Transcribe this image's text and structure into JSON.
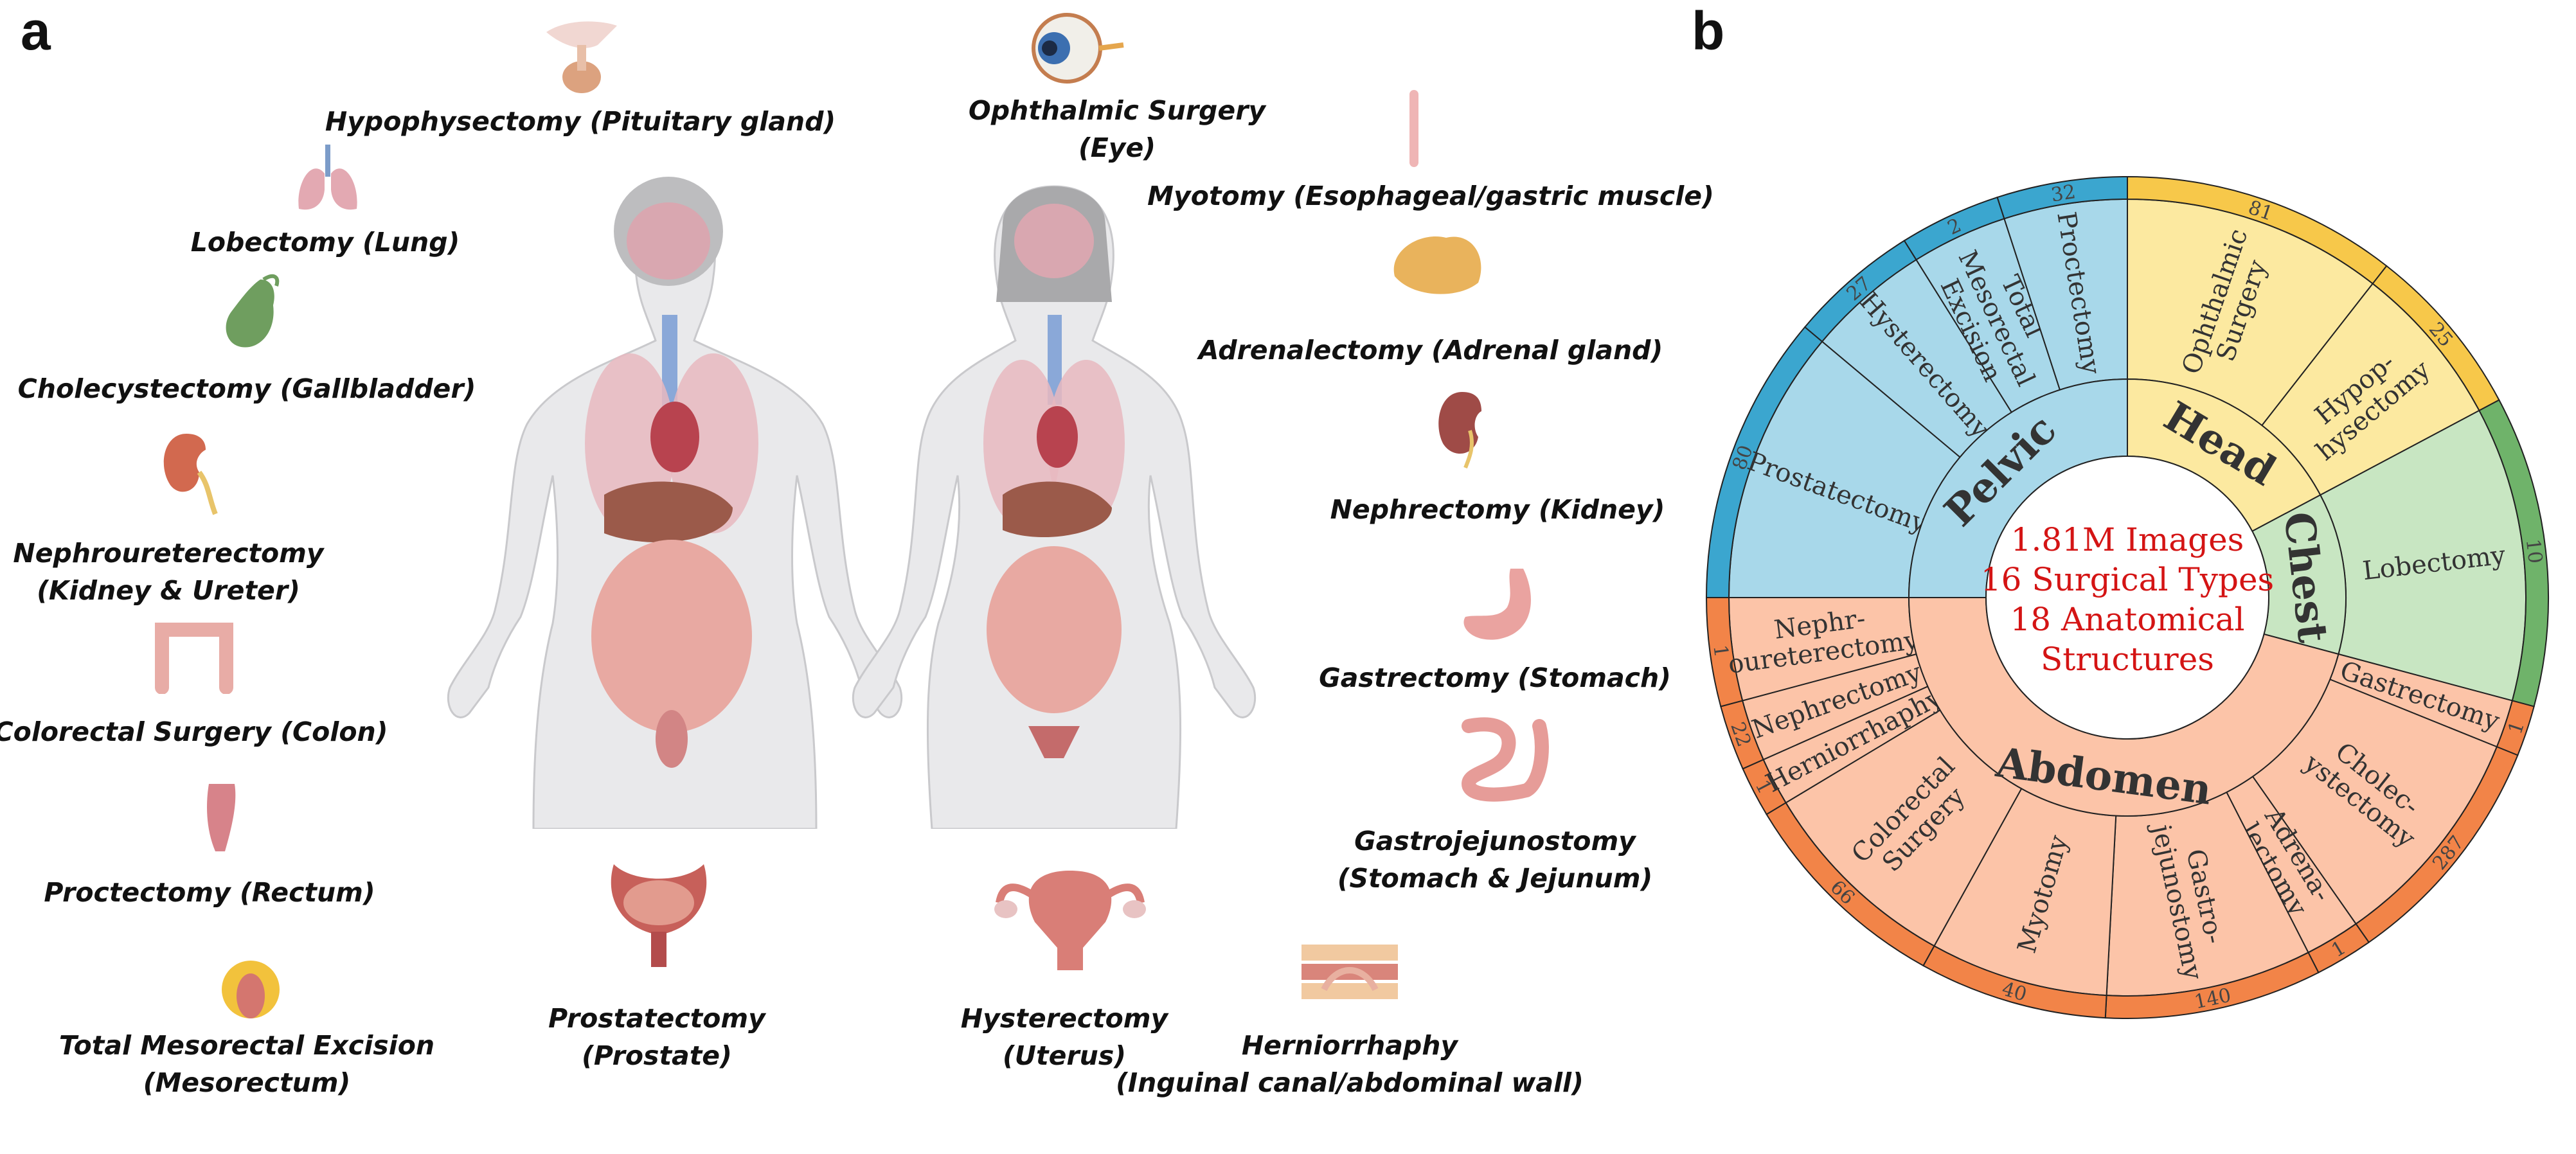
{
  "panel_a": {
    "letter": "a",
    "procedures": [
      {
        "lines": [
          "Hypophysectomy (Pituitary gland)"
        ],
        "icon": "pituitary-icon"
      },
      {
        "lines": [
          "Lobectomy (Lung)"
        ],
        "icon": "lung-icon"
      },
      {
        "lines": [
          "Cholecystectomy (Gallbladder)"
        ],
        "icon": "gallbladder-icon"
      },
      {
        "lines": [
          "Nephroureterectomy",
          "(Kidney & Ureter)"
        ],
        "icon": "kidney-ureter-icon"
      },
      {
        "lines": [
          "Colorectal Surgery (Colon)"
        ],
        "icon": "colon-icon"
      },
      {
        "lines": [
          "Proctectomy (Rectum)"
        ],
        "icon": "rectum-icon"
      },
      {
        "lines": [
          "Total Mesorectal Excision",
          "(Mesorectum)"
        ],
        "icon": "mesorectum-icon"
      },
      {
        "lines": [
          "Prostatectomy",
          "(Prostate)"
        ],
        "icon": "prostate-icon"
      },
      {
        "lines": [
          "Hysterectomy",
          "(Uterus)"
        ],
        "icon": "uterus-icon"
      },
      {
        "lines": [
          "Herniorrhaphy",
          "(Inguinal canal/abdominal wall)"
        ],
        "icon": "abdominal-wall-icon"
      },
      {
        "lines": [
          "Ophthalmic Surgery",
          "(Eye)"
        ],
        "icon": "eye-icon"
      },
      {
        "lines": [
          "Myotomy (Esophageal/gastric muscle)"
        ],
        "icon": "esophagus-icon"
      },
      {
        "lines": [
          "Adrenalectomy (Adrenal gland)"
        ],
        "icon": "adrenal-gland-icon"
      },
      {
        "lines": [
          "Nephrectomy (Kidney)"
        ],
        "icon": "kidney-icon"
      },
      {
        "lines": [
          "Gastrectomy (Stomach)"
        ],
        "icon": "stomach-icon"
      },
      {
        "lines": [
          "Gastrojejunostomy",
          "(Stomach & Jejunum)"
        ],
        "icon": "stomach-jejunum-icon"
      }
    ]
  },
  "panel_b": {
    "letter": "b",
    "center": [
      "1.81M Images",
      "16 Surgical Types",
      "18 Anatomical",
      "Structures"
    ],
    "colors": {
      "Head": {
        "fill": "#fce9a0",
        "ring": "#f7c84a"
      },
      "Chest": {
        "fill": "#c8e6c2",
        "ring": "#6fb36a"
      },
      "Abdomen": {
        "fill": "#fcc4a8",
        "ring": "#f28448"
      },
      "Pelvic": {
        "fill": "#a8d8ea",
        "ring": "#3ba6cf"
      }
    }
  },
  "chart_data": {
    "type": "sunburst",
    "center_text": [
      "1.81M Images",
      "16 Surgical Types",
      "18 Anatomical",
      "Structures"
    ],
    "categories": [
      {
        "name": "Head",
        "segments": [
          {
            "label": "Ophthalmic Surgery",
            "value": 81
          },
          {
            "label": "Hypophysectomy",
            "value": 25
          }
        ]
      },
      {
        "name": "Chest",
        "segments": [
          {
            "label": "Lobectomy",
            "value": 10
          }
        ]
      },
      {
        "name": "Abdomen",
        "segments": [
          {
            "label": "Gastrectomy",
            "value": 1
          },
          {
            "label": "Cholecystectomy",
            "value": 287
          },
          {
            "label": "Adrenalectomy",
            "value": 1
          },
          {
            "label": "Gastrojejunostomy",
            "value": 140
          },
          {
            "label": "Myotomy",
            "value": 40
          },
          {
            "label": "Colorectal Surgery",
            "value": 66
          },
          {
            "label": "Herniorrhaphy",
            "value": 1
          },
          {
            "label": "Nephrectomy",
            "value": 22
          },
          {
            "label": "Nephroureterectomy",
            "value": 1
          }
        ]
      },
      {
        "name": "Pelvic",
        "segments": [
          {
            "label": "Prostatectomy",
            "value": 80
          },
          {
            "label": "Hysterectomy",
            "value": 27
          },
          {
            "label": "Total Mesorectal Excision",
            "value": 2
          },
          {
            "label": "Proctectomy",
            "value": 32
          }
        ]
      }
    ]
  }
}
